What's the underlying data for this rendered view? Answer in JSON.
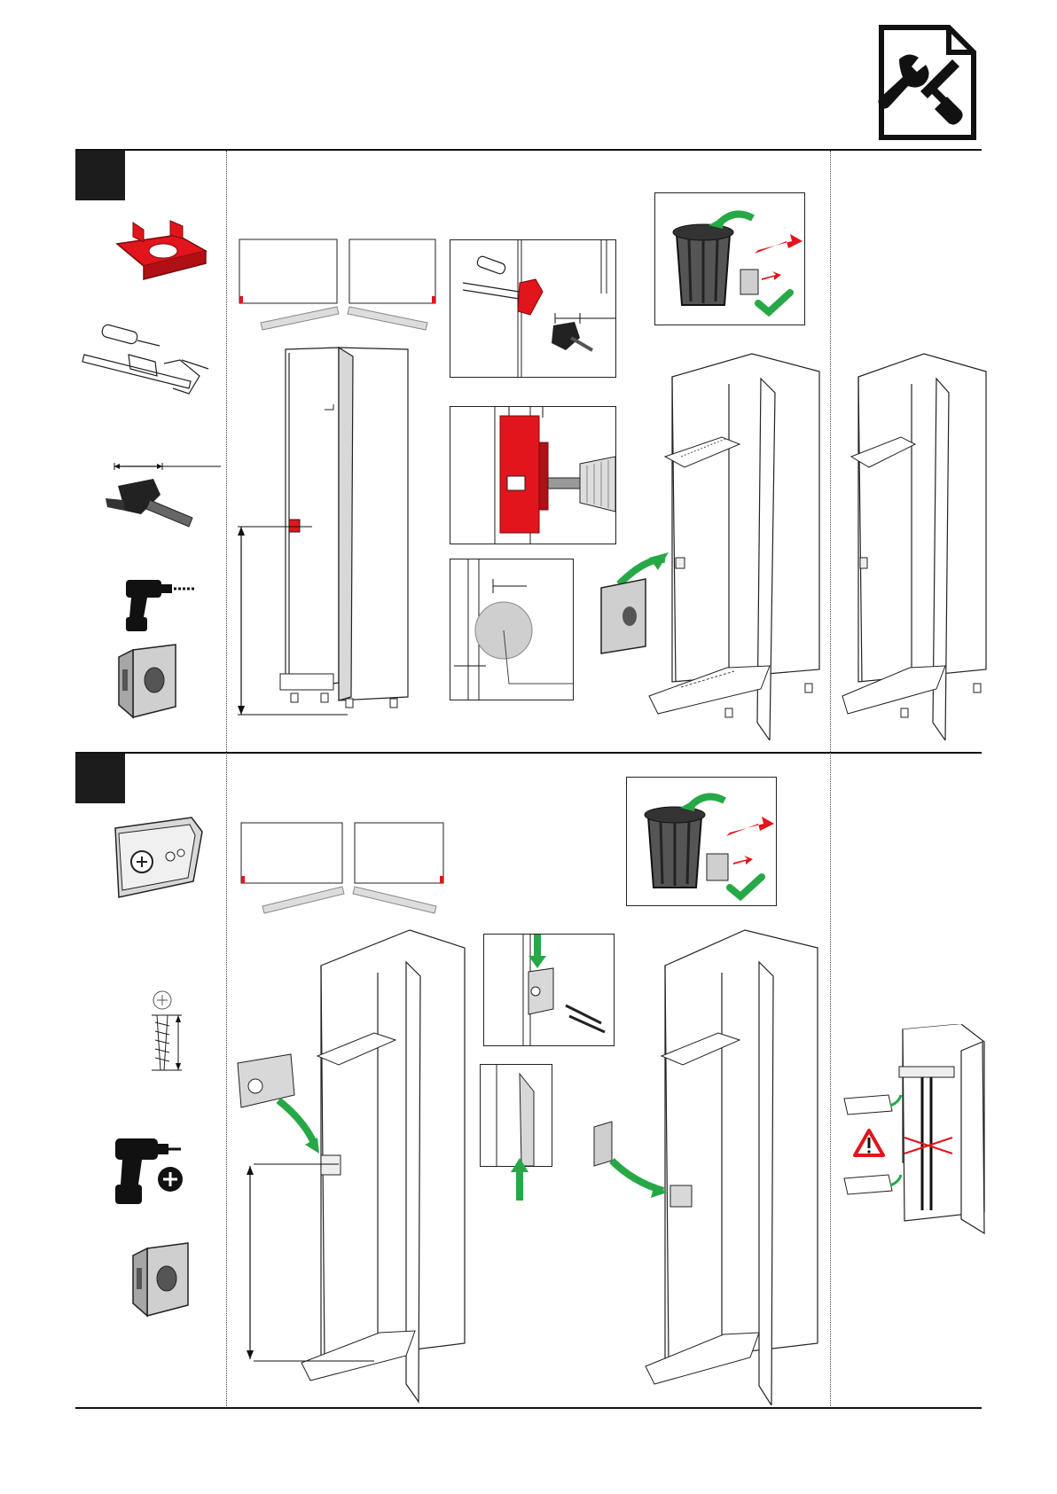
{
  "document": {
    "header_icon": "service-document-wrench-screwdriver-icon",
    "colors": {
      "accent_red": "#e1151b",
      "arrow_green": "#27a847",
      "ink": "#111111",
      "panel_grey": "#d8d8d8"
    },
    "steps": [
      {
        "tools": [
          "hinge-drill-jig-icon",
          "clamp-icon",
          "forstner-drill-bit-icon",
          "drill-icon",
          "hinge-plate-icon"
        ],
        "panels": [
          "door-edge-marking",
          "cabinet-measure",
          "jig-clamp-detail",
          "drill-depth-detail",
          "hole-position-detail",
          "dispose-recycle",
          "fit-hinge-plate",
          "result"
        ]
      },
      {
        "tools": [
          "mounting-plate-icon",
          "screw-icon",
          "screwdriver-drill-icon",
          "hinge-plate-icon"
        ],
        "panels": [
          "door-edge-marking",
          "cabinet-measure",
          "screw-mounting-detail",
          "edge-alignment-detail",
          "dispose-recycle",
          "fit-hinge-plate",
          "warning-do-not-overload"
        ]
      }
    ],
    "footer_text": ""
  }
}
